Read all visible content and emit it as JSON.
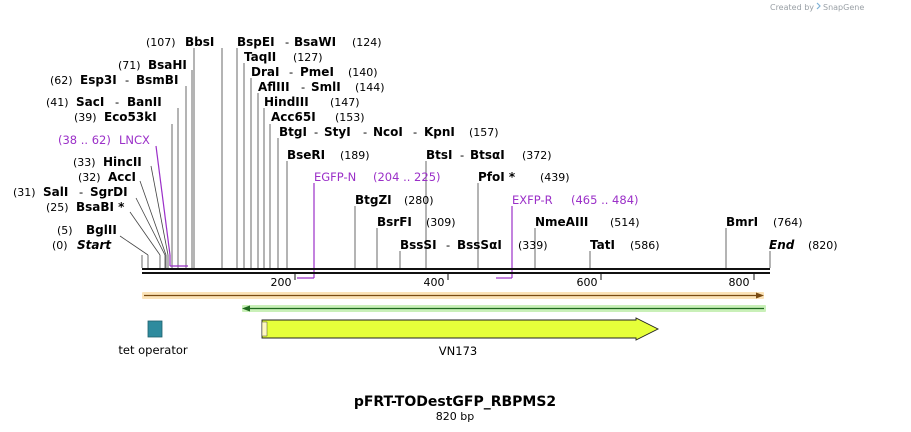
{
  "credit": {
    "text": "Created by",
    "brand": "SnapGene"
  },
  "title": "pFRT-TODestGFP_RBPMS2",
  "length_label": "820 bp",
  "sites": [
    {
      "pos": "(107)",
      "name": "BbsI"
    },
    {
      "pos": "(71)",
      "name": "BsaHI"
    },
    {
      "pos": "(62)",
      "name": "Esp3I",
      "name2": "BsmBI"
    },
    {
      "pos": "(41)",
      "name": "SacI",
      "name2": "BanII"
    },
    {
      "pos": "(39)",
      "name": "Eco53kI"
    },
    {
      "pos": "(33)",
      "name": "HincII"
    },
    {
      "pos": "(32)",
      "name": "AccI"
    },
    {
      "pos": "(31)",
      "name": "SalI",
      "name2": "SgrDI"
    },
    {
      "pos": "(25)",
      "name": "BsaBI *"
    },
    {
      "pos": "(5)",
      "name": "BglII"
    },
    {
      "pos": "(0)",
      "name": "Start"
    },
    {
      "name": "BspEI",
      "name2": "BsaWI",
      "pos": "(124)"
    },
    {
      "name": "TaqII",
      "pos": "(127)"
    },
    {
      "name": "DraI",
      "name2": "PmeI",
      "pos": "(140)"
    },
    {
      "name": "AflIII",
      "name2": "SmlI",
      "pos": "(144)"
    },
    {
      "name": "HindIII",
      "pos": "(147)"
    },
    {
      "name": "Acc65I",
      "pos": "(153)"
    },
    {
      "name": "BtgI",
      "name2": "StyI",
      "name3": "NcoI",
      "name4": "KpnI",
      "pos": "(157)"
    },
    {
      "name": "BseRI",
      "pos": "(189)"
    },
    {
      "name": "BtsI",
      "name2": "BtsαI",
      "pos": "(372)"
    },
    {
      "name": "PfoI *",
      "pos": "(439)"
    },
    {
      "name": "BtgZI",
      "pos": "(280)"
    },
    {
      "name": "BsrFI",
      "pos": "(309)"
    },
    {
      "name": "BssSI",
      "name2": "BssSαI",
      "pos": "(339)"
    },
    {
      "name": "NmeAIII",
      "pos": "(514)"
    },
    {
      "name": "TatI",
      "pos": "(586)"
    },
    {
      "name": "BmrI",
      "pos": "(764)"
    },
    {
      "name": "End",
      "pos": "(820)"
    }
  ],
  "primers": [
    {
      "range": "(38 .. 62)",
      "name": "LNCX"
    },
    {
      "name": "EGFP-N",
      "range": "(204 .. 225)"
    },
    {
      "name": "EXFP-R",
      "range": "(465 .. 484)"
    }
  ],
  "ruler": [
    "200",
    "400",
    "600",
    "800"
  ],
  "features": [
    {
      "name": "tet operator",
      "color": "#2e8b9e"
    },
    {
      "name": "VN173",
      "color": "#e6ff3a"
    }
  ],
  "colors": {
    "primer": "#9b30c8",
    "orange_strand": "#f0a83c",
    "green_strand": "#5cc23a",
    "feature_fill": "#e6ff3a"
  }
}
